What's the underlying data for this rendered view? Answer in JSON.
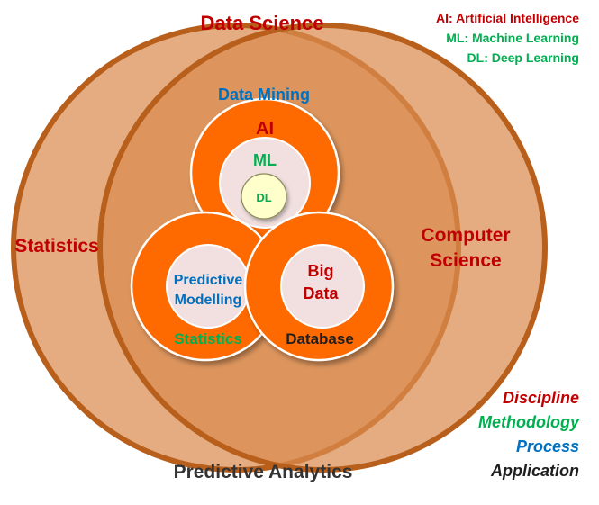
{
  "title": "Data Science",
  "bottom_label": "Predictive Analytics",
  "left_label": "Statistics",
  "right_label": [
    "Computer",
    "Science"
  ],
  "inner": {
    "data_mining": "Data Mining",
    "ai": "AI",
    "ml": "ML",
    "dl": "DL",
    "predictive_modelling": [
      "Predictive",
      "Modelling"
    ],
    "statistics": "Statistics",
    "big_data": [
      "Big",
      "Data"
    ],
    "database": "Database"
  },
  "definitions": [
    "AI: Artificial Intelligence",
    "ML: Machine Learning",
    "DL: Deep Learning"
  ],
  "legend": [
    "Discipline",
    "Methodology",
    "Process",
    "Application"
  ],
  "colors": {
    "discipline": "#c00000",
    "methodology": "#00b050",
    "process": "#0070c0",
    "application": "#1f1f1f",
    "big_circle_fill": "#d98c4f",
    "big_circle_stroke": "#b85f1c",
    "ring_fill": "#ff6a00",
    "inner_fill": "#f2e0e0",
    "dl_fill": "#ffffcc"
  }
}
